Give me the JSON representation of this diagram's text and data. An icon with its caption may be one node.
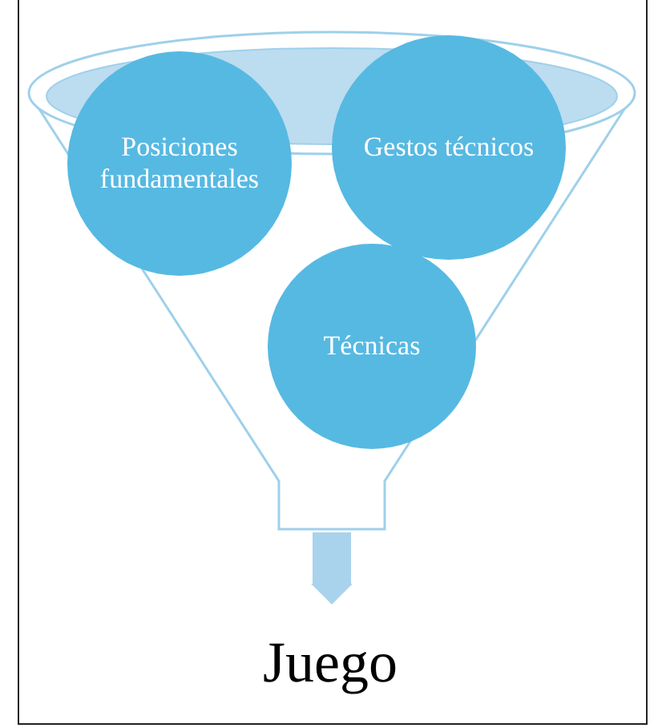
{
  "diagram": {
    "nodes": [
      {
        "text": [],
        "shape": "funnel"
      },
      {
        "text": [
          "Posiciones fundamentales"
        ]
      },
      {
        "text": [
          "Gestos técnicos"
        ]
      },
      {
        "text": [
          "Técnicas"
        ],
        "in": 0
      },
      {
        "text": [
          "Juego"
        ]
      }
    ],
    "edges": [
      {
        "from": 0,
        "to": 4,
        "arrow": "to"
      }
    ]
  }
}
